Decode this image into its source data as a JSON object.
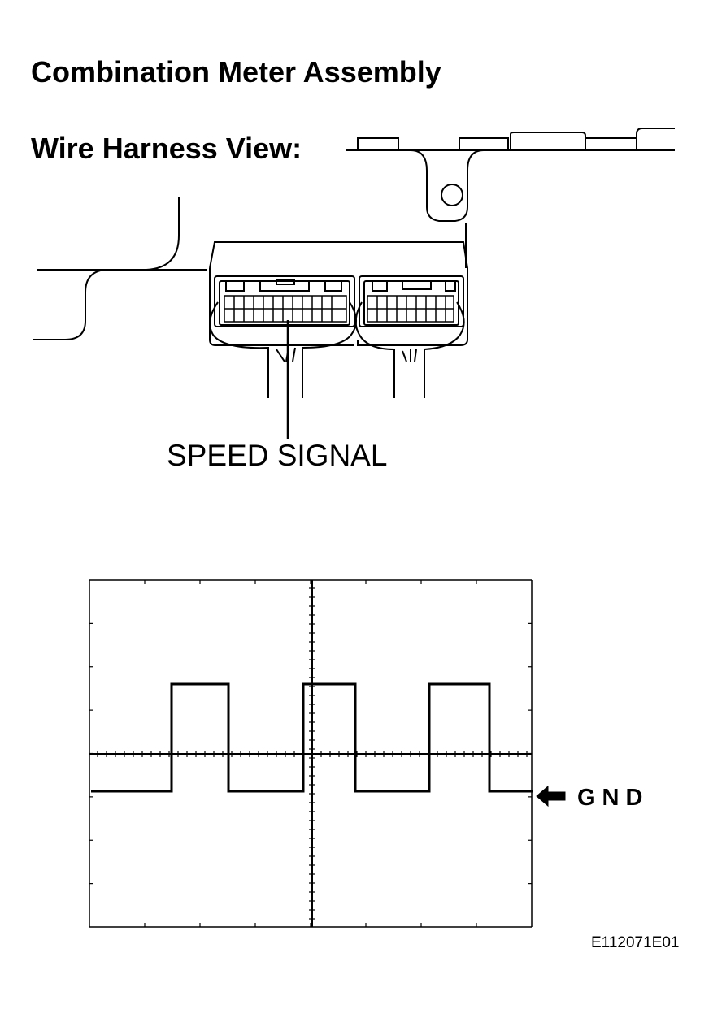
{
  "title": "Combination Meter Assembly",
  "subtitle": "Wire Harness View:",
  "connector_label": "SPEED SIGNAL",
  "gnd_label": "GND",
  "figure_code": "E112071E01",
  "waveform": {
    "type": "square",
    "pulses": 3,
    "grid_divisions": [
      4,
      8
    ],
    "reference": "GND",
    "color": "#000000"
  }
}
